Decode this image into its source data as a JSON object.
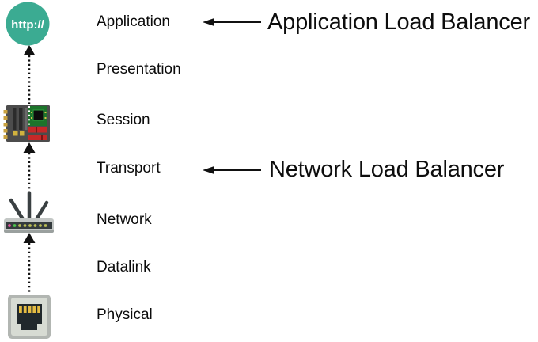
{
  "osi": {
    "layers": [
      "Application",
      "Presentation",
      "Session",
      "Transport",
      "Network",
      "Datalink",
      "Physical"
    ]
  },
  "annotations": {
    "alb": {
      "label": "Application Load Balancer",
      "points_to": "Application"
    },
    "nlb": {
      "label": "Network Load Balancer",
      "points_to": "Transport"
    }
  },
  "icons": {
    "http": {
      "label": "http://",
      "color": "#3BAB92"
    },
    "motherboard": {
      "name": "motherboard-icon"
    },
    "router": {
      "name": "wireless-router-icon"
    },
    "ethernet": {
      "name": "ethernet-port-icon"
    }
  },
  "colors": {
    "text": "#0b0b0b",
    "arrow": "#111111",
    "http_teal": "#3BAB92",
    "board_body": "#4c4c4c",
    "board_pcb_green": "#1d742b",
    "board_ram_red": "#c62828",
    "gold": "#c9a23f",
    "router_body": "#c3c7c5",
    "router_band": "#343b3d",
    "led_pink": "#e0559e",
    "led_green": "#4dc44d",
    "led_olive": "#b9bd55",
    "port_shell": "#b2b6b2",
    "port_face": "#d7dbd3",
    "jack_dark": "#21282c"
  }
}
